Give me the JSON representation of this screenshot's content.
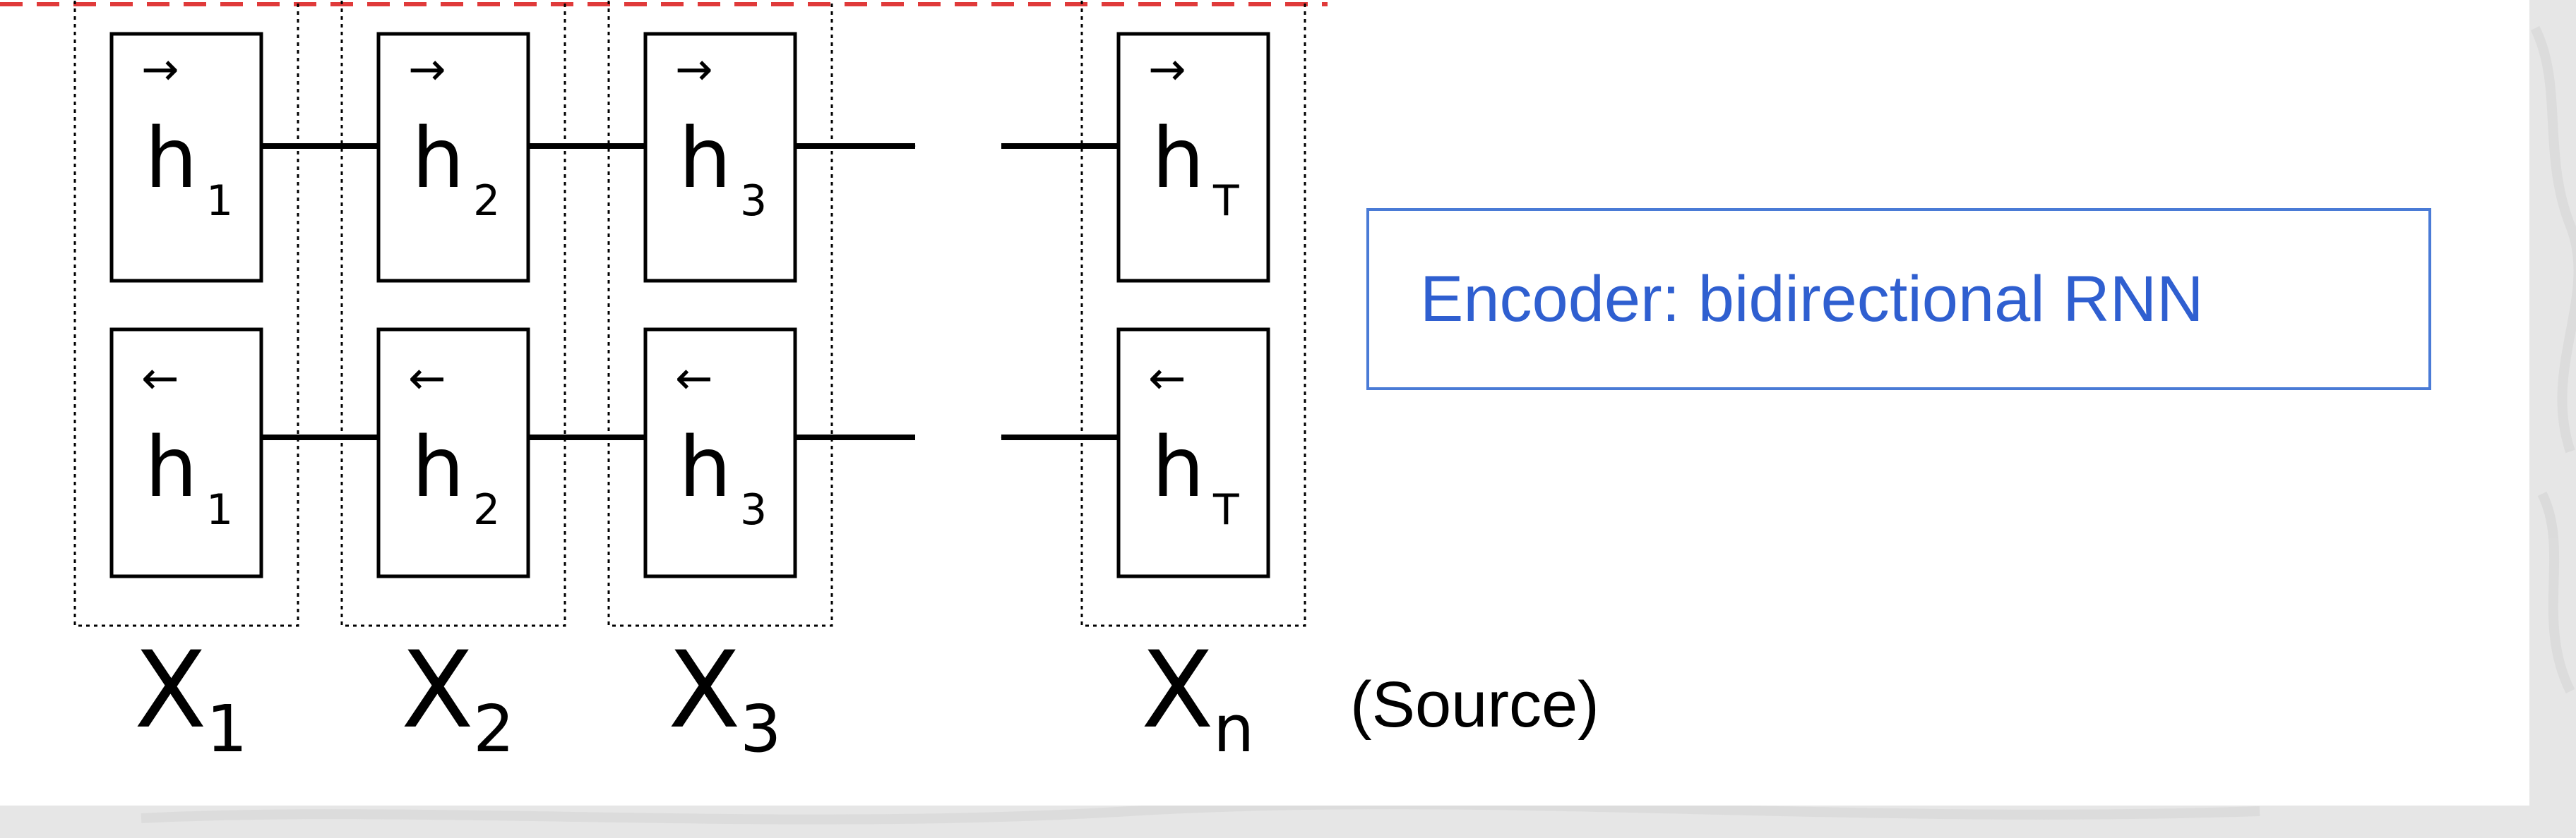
{
  "diagram": {
    "forward_states": [
      {
        "base": "h",
        "sub": "1",
        "arrow": "→"
      },
      {
        "base": "h",
        "sub": "2",
        "arrow": "→"
      },
      {
        "base": "h",
        "sub": "3",
        "arrow": "→"
      },
      {
        "base": "h",
        "sub": "T",
        "arrow": "→"
      }
    ],
    "backward_states": [
      {
        "base": "h",
        "sub": "1",
        "arrow": "←"
      },
      {
        "base": "h",
        "sub": "2",
        "arrow": "←"
      },
      {
        "base": "h",
        "sub": "3",
        "arrow": "←"
      },
      {
        "base": "h",
        "sub": "T",
        "arrow": "←"
      }
    ],
    "inputs": [
      {
        "base": "X",
        "sub": "1"
      },
      {
        "base": "X",
        "sub": "2"
      },
      {
        "base": "X",
        "sub": "3"
      },
      {
        "base": "X",
        "sub": "n"
      }
    ],
    "source_label": "(Source)",
    "encoder_label": "Encoder: bidirectional RNN",
    "colors": {
      "stroke": "#000000",
      "dashed_top": "#e03a3a",
      "label_border": "#4a7bd6",
      "label_text": "#2f5fd0"
    }
  }
}
